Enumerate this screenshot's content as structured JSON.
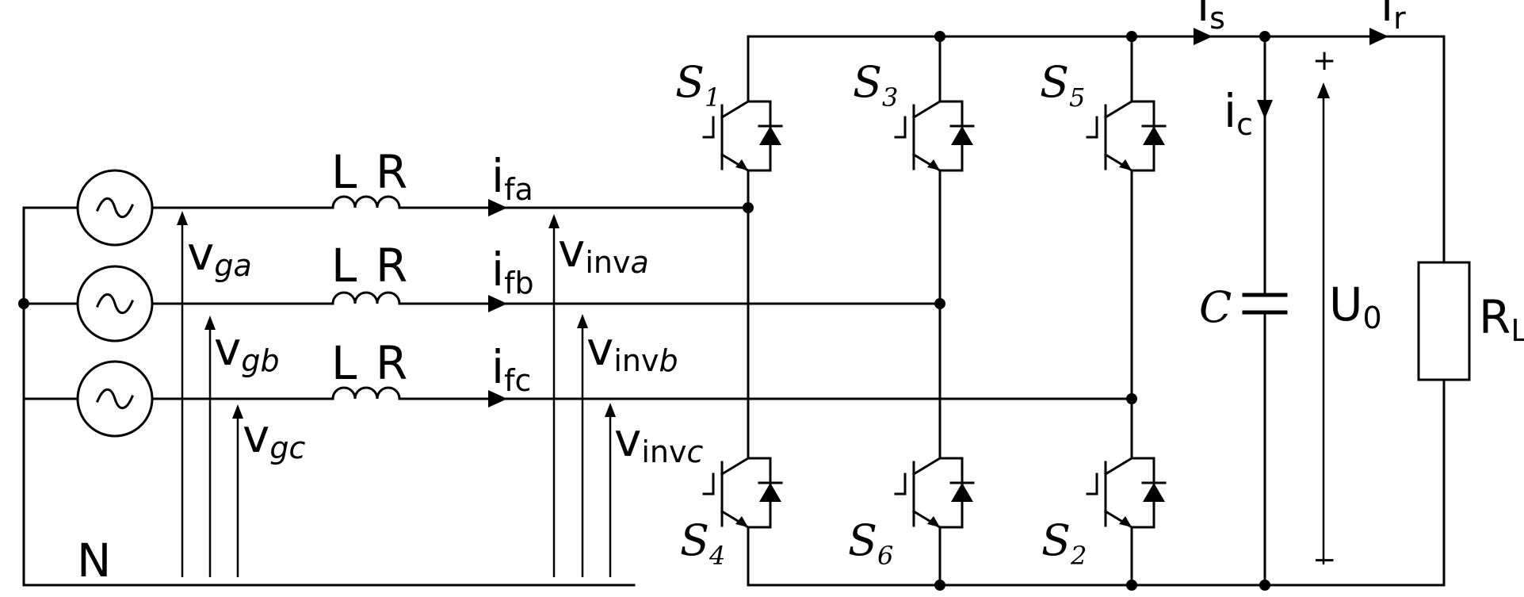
{
  "labels": {
    "inductor": "L",
    "resistor": "R",
    "neutral": "N",
    "cap": "C",
    "plus": "+",
    "minus": "−",
    "i": "i",
    "v": "v",
    "U": "U",
    "S": "S"
  },
  "currents": {
    "fa": "fa",
    "fb": "fb",
    "fc": "fc",
    "s": "s",
    "r": "r",
    "c": "c"
  },
  "voltages": {
    "ga": "ga",
    "gb": "gb",
    "gc": "gc",
    "inv": "inv",
    "a": "a",
    "b": "b",
    "c": "c"
  },
  "dc": {
    "u_sub": "0",
    "load_letter": "R",
    "load_sub": "L"
  },
  "switches": {
    "s1": "1",
    "s3": "3",
    "s5": "5",
    "s4": "4",
    "s6": "6",
    "s2": "2"
  }
}
